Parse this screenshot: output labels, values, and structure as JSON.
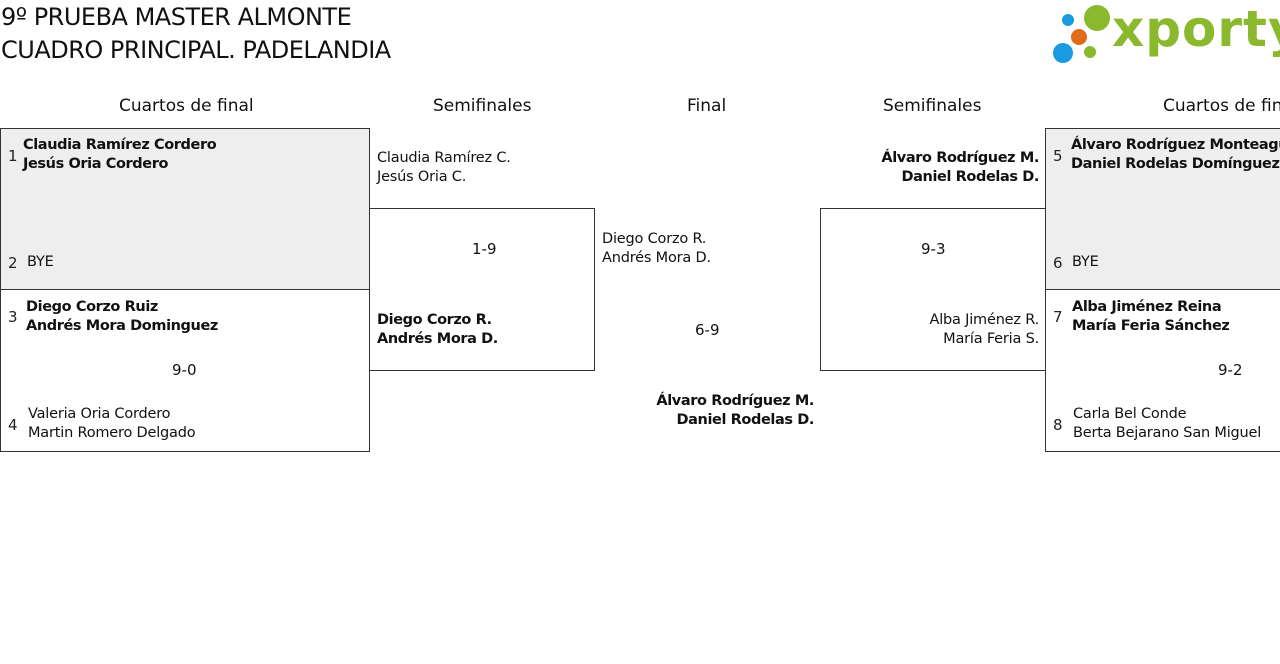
{
  "header": {
    "title_line1": "9º PRUEBA MASTER ALMONTE",
    "title_line2": "CUADRO PRINCIPAL. PADELANDIA",
    "logo_text": "xporty",
    "logo_dot_colors": [
      "#1a9ae0",
      "#8ab92d",
      "#e06b1a",
      "#1a9ae0",
      "#8ab92d"
    ],
    "logo_text_color": "#8ab92d"
  },
  "rounds": {
    "left_qf": "Cuartos de final",
    "left_sf": "Semifinales",
    "final": "Final",
    "right_sf": "Semifinales",
    "right_qf": "Cuartos de final"
  },
  "left_quarterfinals": [
    {
      "seed_a": "1",
      "team_a": [
        "Claudia Ramírez Cordero",
        "Jesús Oria Cordero"
      ],
      "seed_b": "2",
      "team_b": [
        "BYE"
      ],
      "score": ""
    },
    {
      "seed_a": "3",
      "team_a": [
        "Diego Corzo Ruiz",
        "Andrés Mora Dominguez"
      ],
      "seed_b": "4",
      "team_b": [
        "Valeria Oria Cordero",
        "Martin Romero Delgado"
      ],
      "score": "9-0"
    }
  ],
  "right_quarterfinals": [
    {
      "seed_a": "5",
      "team_a": [
        "Álvaro Rodríguez Monteagudo",
        "Daniel Rodelas Domínguez"
      ],
      "seed_b": "6",
      "team_b": [
        "BYE"
      ],
      "score": ""
    },
    {
      "seed_a": "7",
      "team_a": [
        "Alba Jiménez Reina",
        "María Feria Sánchez"
      ],
      "seed_b": "8",
      "team_b": [
        "Carla Bel Conde",
        "Berta Bejarano San Miguel"
      ],
      "score": "9-2"
    }
  ],
  "left_semifinal": {
    "team_a": [
      "Claudia Ramírez C.",
      "Jesús Oria C."
    ],
    "team_b": [
      "Diego Corzo R.",
      "Andrés Mora D."
    ],
    "score": "1-9"
  },
  "right_semifinal": {
    "team_a": [
      "Álvaro Rodríguez M.",
      "Daniel Rodelas D."
    ],
    "team_b": [
      "Alba Jiménez R.",
      "María Feria S."
    ],
    "score": "9-3"
  },
  "final": {
    "team_a": [
      "Diego Corzo R.",
      "Andrés Mora D."
    ],
    "team_b": [
      "Álvaro Rodríguez M.",
      "Daniel Rodelas D."
    ],
    "score": "6-9"
  }
}
